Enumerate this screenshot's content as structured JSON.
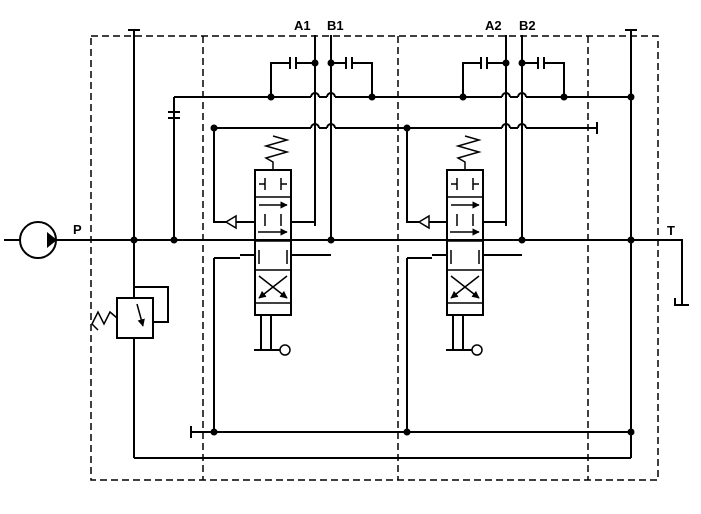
{
  "labels": {
    "pressure_port": "P",
    "tank_port": "T",
    "section1_port_a": "A1",
    "section1_port_b": "B1",
    "section2_port_a": "A2",
    "section2_port_b": "B2"
  }
}
